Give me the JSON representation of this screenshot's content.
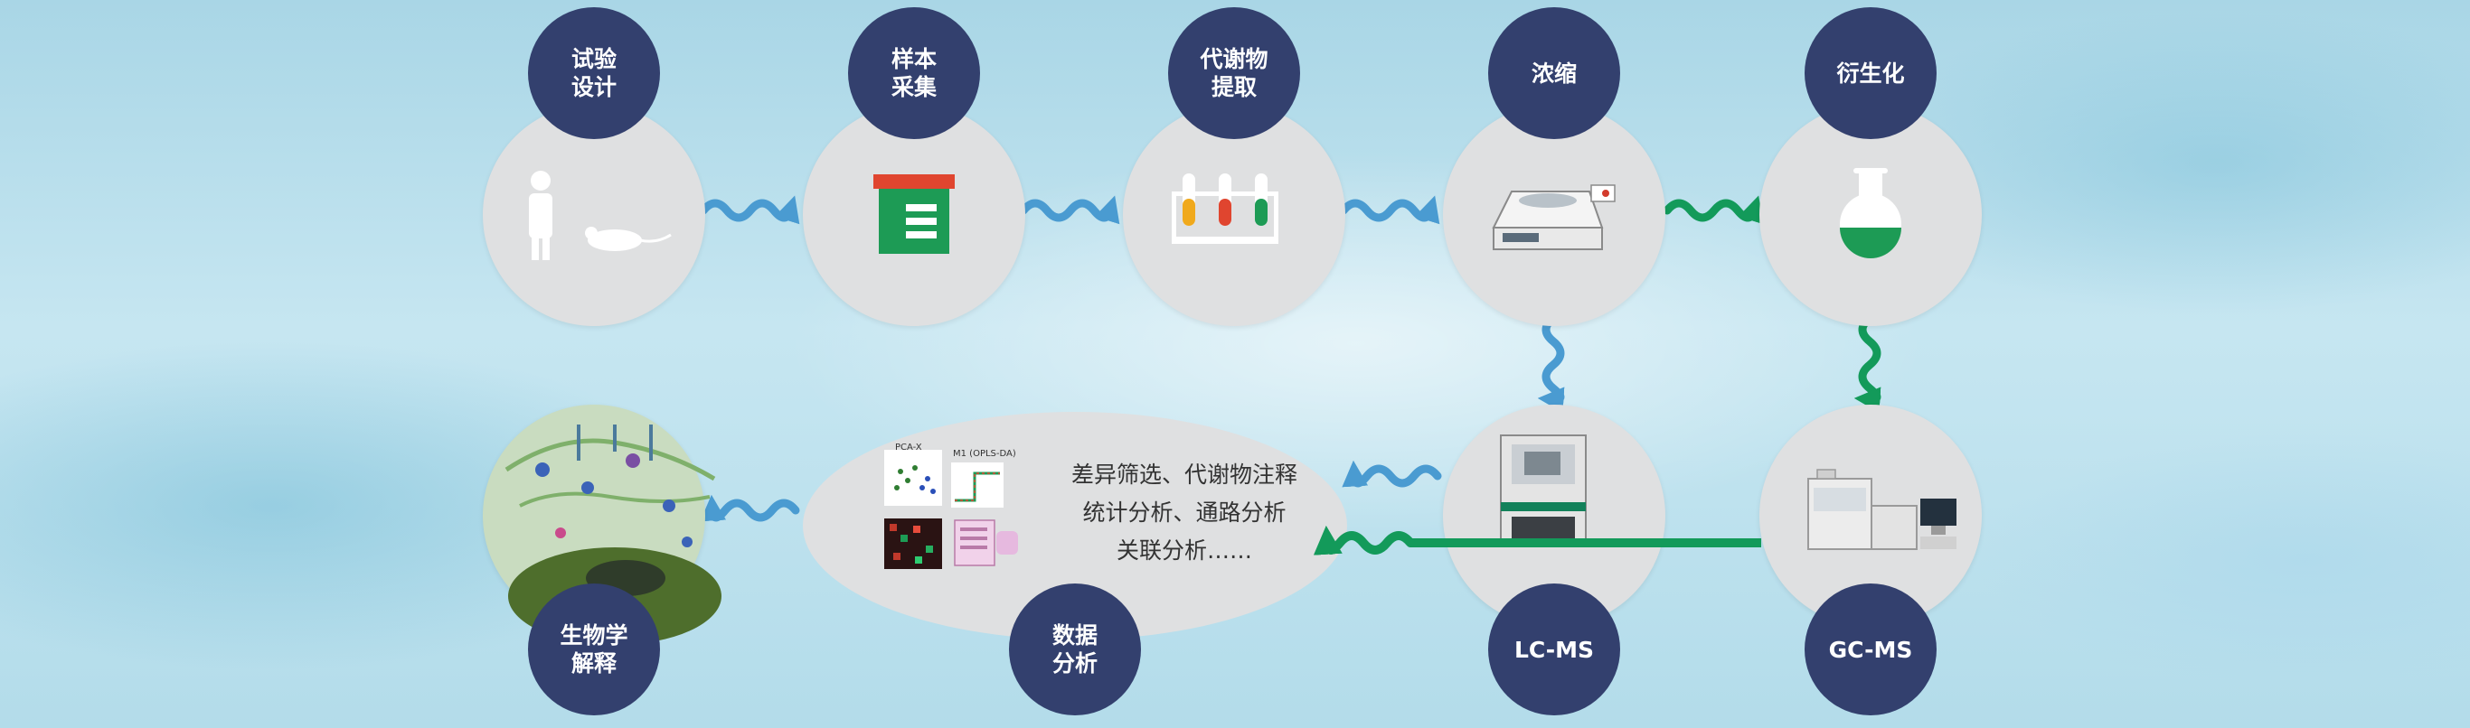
{
  "steps": [
    {
      "id": "experiment-design",
      "label": "试验\n设计",
      "icon": "human-and-mouse-icon"
    },
    {
      "id": "sample-collection",
      "label": "样本\n采集",
      "icon": "sample-container-icon"
    },
    {
      "id": "metabolite-extraction",
      "label": "代谢物\n提取",
      "icon": "test-tubes-icon"
    },
    {
      "id": "concentration",
      "label": "浓缩",
      "icon": "centrifuge-concentrator-icon"
    },
    {
      "id": "derivatization",
      "label": "衍生化",
      "icon": "flask-icon"
    },
    {
      "id": "gc-ms",
      "label": "GC-MS",
      "icon": "gc-ms-instrument-icon"
    },
    {
      "id": "lc-ms",
      "label": "LC-MS",
      "icon": "lc-ms-instrument-icon"
    },
    {
      "id": "data-analysis",
      "label": "数据\n分析",
      "icon": "analysis-plots-icon"
    },
    {
      "id": "biological-interpretation",
      "label": "生物学\n解释",
      "icon": "cell-pathway-icon"
    }
  ],
  "data_analysis": {
    "lines": [
      "差异筛选、代谢物注释",
      "统计分析、通路分析",
      "关联分析……"
    ],
    "plot_labels": [
      "PCA-X",
      "M1 (OPLS-DA)"
    ]
  },
  "colors": {
    "label_fill": "#33406e",
    "circle_fill": "#dfe0e1",
    "arrow_blue": "#4a9bd1",
    "arrow_green": "#139a5a",
    "sample_red": "#e0452f",
    "sample_green": "#1d9b55"
  }
}
